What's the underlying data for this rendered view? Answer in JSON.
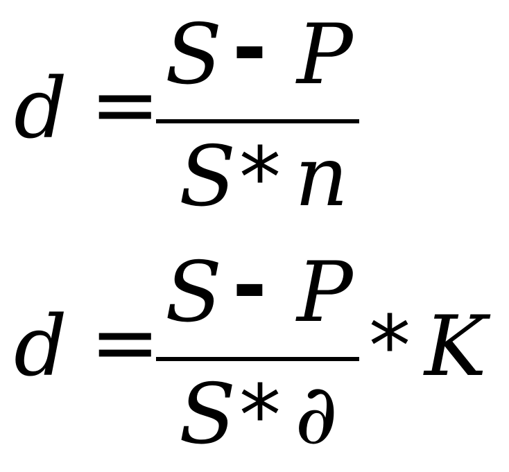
{
  "formula_1": {
    "lhs": "d",
    "equals": "=",
    "numerator": {
      "left": "S",
      "operator": "-",
      "right": "P"
    },
    "denominator": {
      "left": "S",
      "operator": "*",
      "right": "n"
    }
  },
  "formula_2": {
    "lhs": "d",
    "equals": "=",
    "numerator": {
      "left": "S",
      "operator": "-",
      "right": "P"
    },
    "denominator": {
      "left": "S",
      "operator": "*",
      "right": "∂"
    },
    "multiplier_operator": "*",
    "multiplier": "K"
  }
}
